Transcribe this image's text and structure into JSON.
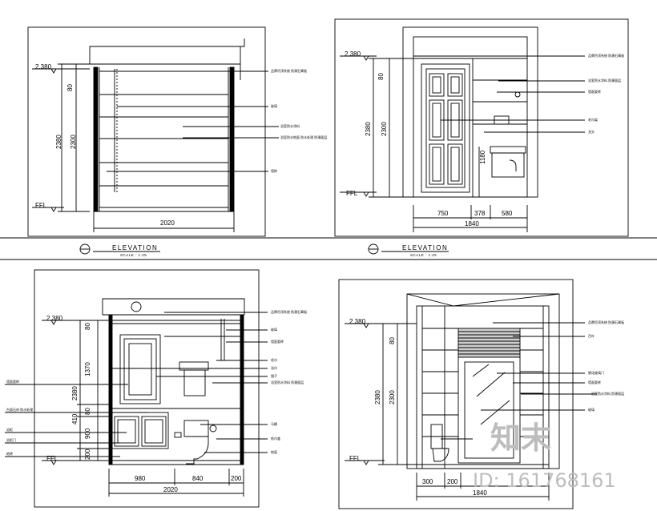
{
  "panel_a": {
    "level_top": "2.380",
    "level_floor": "FFL",
    "dims_vertical": [
      "80",
      "2380",
      "2300"
    ],
    "dim_width": "2020",
    "callouts": [
      "品牌吊顶系统 防潮石膏板",
      "玻璃",
      "浴室防水涂料",
      "浴室防水地面 防水处理 防潮面层",
      "墙砖"
    ]
  },
  "panel_b": {
    "level_top": "2.380",
    "level_floor": "FFL",
    "dims_vertical": [
      "80",
      "2380",
      "2300",
      "1180"
    ],
    "dims_horizontal": [
      "750",
      "378",
      "580"
    ],
    "dim_total": "1840",
    "callouts": [
      "品牌吊顶系统 防潮石膏板",
      "浴室防水涂料 防潮面层",
      "墙面瓷砖",
      "毛巾架",
      "龙头"
    ]
  },
  "panel_c": {
    "level_top": "2.380",
    "level_floor": "FFL",
    "dims_vertical": [
      "80",
      "1370",
      "2380",
      "410",
      "80",
      "900",
      "200"
    ],
    "dims_horizontal": [
      "980",
      "840",
      "200"
    ],
    "dim_total": "2020",
    "callouts_left": [
      "墙面瓷砖",
      "台面石材 防水处理",
      "浴柜",
      "浴柜门",
      "地砖"
    ],
    "callouts_right": [
      "品牌吊顶系统 防潮石膏板",
      "玻璃",
      "墙面瓷砖",
      "毛巾",
      "浴巾",
      "镜子",
      "浴室防水涂料 防潮面层",
      "马桶",
      "纸巾盒",
      "地面"
    ]
  },
  "panel_d": {
    "level_top": "2.380",
    "level_floor": "FFL",
    "dims_vertical": [
      "80",
      "2380",
      "2300"
    ],
    "dims_horizontal": [
      "300",
      "200"
    ],
    "dim_total": "1840",
    "callouts": [
      "品牌吊顶系统 防潮石膏板",
      "百叶",
      "钢化玻璃门",
      "墙面瓷砖",
      "浴室防水涂料 防潮面层",
      "玻璃"
    ]
  },
  "captions": [
    {
      "title": "ELEVATION",
      "scale": "SCALE : 1:25"
    },
    {
      "title": "ELEVATION",
      "scale": "SCALE : 1:25"
    }
  ],
  "watermark": {
    "logo": "知末",
    "id": "ID: 161768161"
  }
}
